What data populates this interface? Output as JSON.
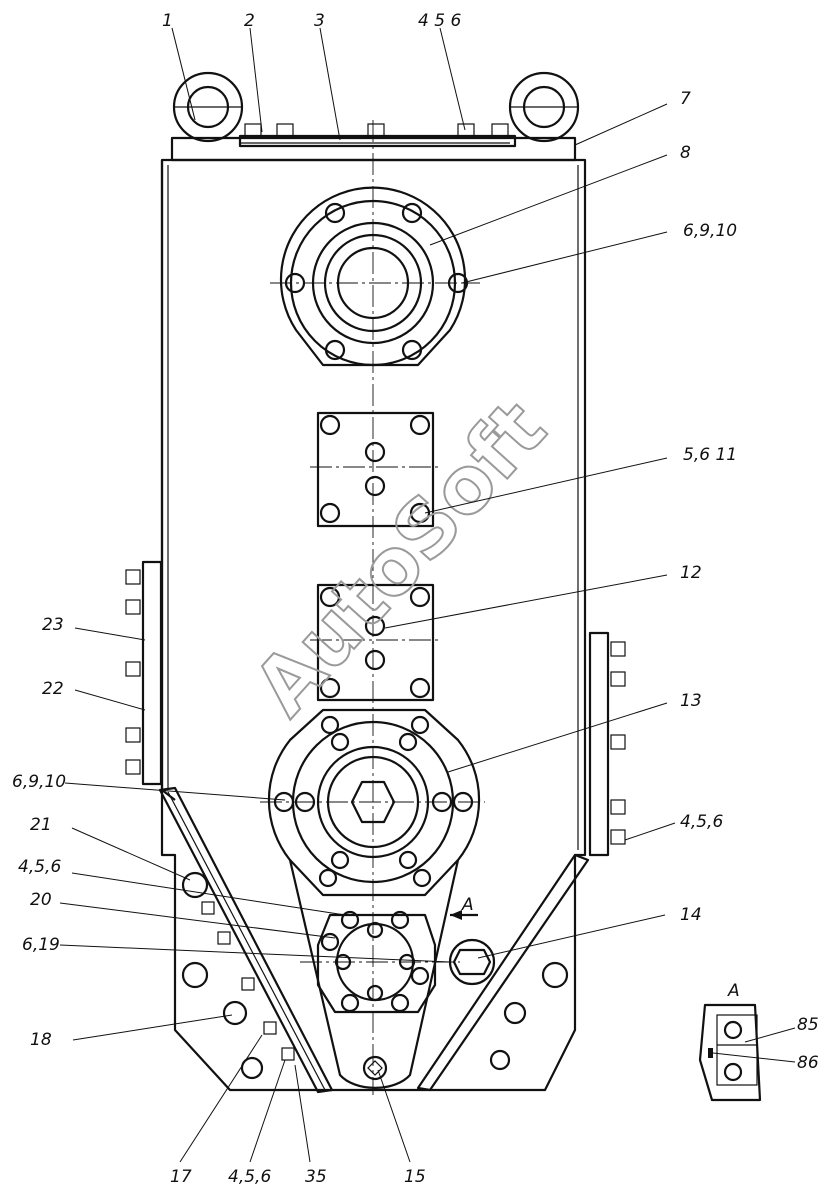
{
  "watermark": "AutoSoft",
  "view_label": "A",
  "section_marker": "A",
  "callouts": {
    "c1": "1",
    "c2": "2",
    "c3": "3",
    "c456top": "4 5 6",
    "c7": "7",
    "c8": "8",
    "c6910a": "6,9,10",
    "c5611": "5,6 11",
    "c12": "12",
    "c13": "13",
    "c23": "23",
    "c22": "22",
    "c6910b": "6,9,10",
    "c456r": "4,5,6",
    "c21": "21",
    "c456l": "4,5,6",
    "c20": "20",
    "c619": "6,19",
    "c14": "14",
    "c18": "18",
    "c17": "17",
    "c456b": "4,5,6",
    "c35": "35",
    "c15": "15",
    "c85": "85",
    "c86": "86"
  }
}
